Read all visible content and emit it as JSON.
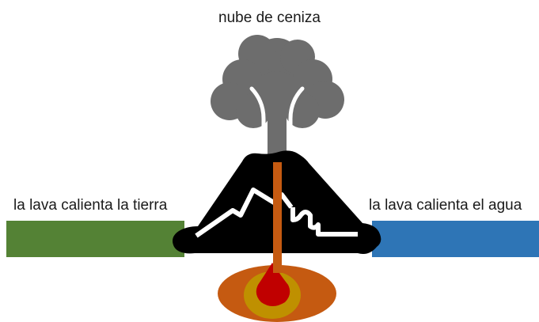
{
  "labels": {
    "ash_cloud": "nube de ceniza",
    "lava_heats_land": "la lava calienta la tierra",
    "lava_heats_water": "la lava calienta el agua"
  },
  "colors": {
    "land": "#548235",
    "water": "#2e75b6",
    "volcano": "#000000",
    "ash": "#6d6d6d",
    "lava_conduit": "#c55a11",
    "magma_chamber": "#c55a11",
    "magma_inner": "#bf9000",
    "magma_core": "#c00000"
  }
}
